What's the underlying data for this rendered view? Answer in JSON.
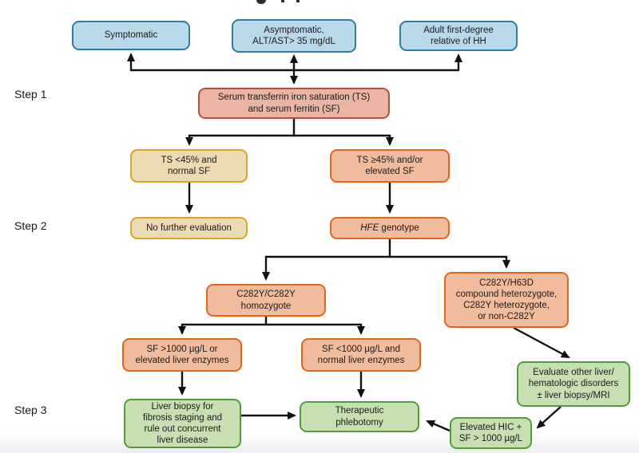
{
  "figure_type": "clinical-flowchart",
  "steps": {
    "step1": "Step 1",
    "step2": "Step 2",
    "step3": "Step 3"
  },
  "nodes": {
    "symptomatic": {
      "label": "Symptomatic",
      "category": "entry"
    },
    "asymptomatic": {
      "label": "Asymptomatic,\nALT/AST> 35 mg/dL",
      "category": "entry"
    },
    "adult_relative": {
      "label": "Adult first-degree\nrelative of HH",
      "category": "entry"
    },
    "serum_ts_sf": {
      "label": "Serum transferrin iron saturation (TS)\nand serum ferritin (SF)",
      "category": "step1-test"
    },
    "ts_normal": {
      "label": "TS <45% and\nnormal SF",
      "category": "negative-result"
    },
    "ts_elevated": {
      "label": "TS ≥45% and/or\nelevated SF",
      "category": "positive-result"
    },
    "no_further_eval": {
      "label": "No further evaluation",
      "category": "negative-result"
    },
    "hfe_genotype": {
      "label_italic": "HFE",
      "label_rest": " genotype",
      "category": "step2-test"
    },
    "c282y_homozygote": {
      "label": "C282Y/C282Y\nhomozygote",
      "category": "genotype-result"
    },
    "compound_heterozygote": {
      "label": "C282Y/H63D\ncompound heterozygote,\nC282Y heterozygote,\nor non-C282Y",
      "category": "genotype-result"
    },
    "sf_high": {
      "label": "SF >1000 µg/L or\nelevated liver enzymes",
      "category": "ferritin-result"
    },
    "sf_low": {
      "label": "SF <1000 µg/L and\nnormal liver enzymes",
      "category": "ferritin-result"
    },
    "liver_biopsy": {
      "label": "Liver biopsy for\nfibrosis staging and\nrule out concurrent\nliver disease",
      "category": "management"
    },
    "phlebotomy": {
      "label": "Therapeutic\nphlebotomy",
      "category": "management"
    },
    "evaluate_other": {
      "label": "Evaluate other liver/\nhematologic disorders\n± liver biopsy/MRI",
      "category": "management"
    },
    "elevated_hic": {
      "label": "Elevated HIC +\nSF > 1000 µg/L",
      "category": "management"
    }
  },
  "edges": [
    {
      "from": "entry_connector",
      "to": "symptomatic"
    },
    {
      "from": "entry_connector",
      "to": "asymptomatic"
    },
    {
      "from": "entry_connector",
      "to": "adult_relative"
    },
    {
      "from": "entry_connector",
      "to": "serum_ts_sf"
    },
    {
      "from": "serum_ts_sf",
      "to": "ts_normal"
    },
    {
      "from": "serum_ts_sf",
      "to": "ts_elevated"
    },
    {
      "from": "ts_normal",
      "to": "no_further_eval"
    },
    {
      "from": "ts_elevated",
      "to": "hfe_genotype"
    },
    {
      "from": "hfe_genotype",
      "to": "c282y_homozygote"
    },
    {
      "from": "hfe_genotype",
      "to": "compound_heterozygote"
    },
    {
      "from": "c282y_homozygote",
      "to": "sf_high"
    },
    {
      "from": "c282y_homozygote",
      "to": "sf_low"
    },
    {
      "from": "sf_high",
      "to": "liver_biopsy"
    },
    {
      "from": "sf_low",
      "to": "phlebotomy"
    },
    {
      "from": "liver_biopsy",
      "to": "phlebotomy"
    },
    {
      "from": "compound_heterozygote",
      "to": "evaluate_other"
    },
    {
      "from": "evaluate_other",
      "to": "elevated_hic"
    },
    {
      "from": "elevated_hic",
      "to": "phlebotomy"
    }
  ],
  "palette": {
    "entry_fill": "#b9d9e8",
    "entry_border": "#2e7da4",
    "step1_fill": "#eab5a5",
    "step1_border": "#b5503f",
    "negative_fill": "#ecdbb2",
    "negative_border": "#d9a427",
    "positive_fill": "#f1bb9e",
    "positive_border": "#e4661d",
    "management_fill": "#c6e0b4",
    "management_border": "#4f9e31",
    "arrow": "#111111"
  }
}
